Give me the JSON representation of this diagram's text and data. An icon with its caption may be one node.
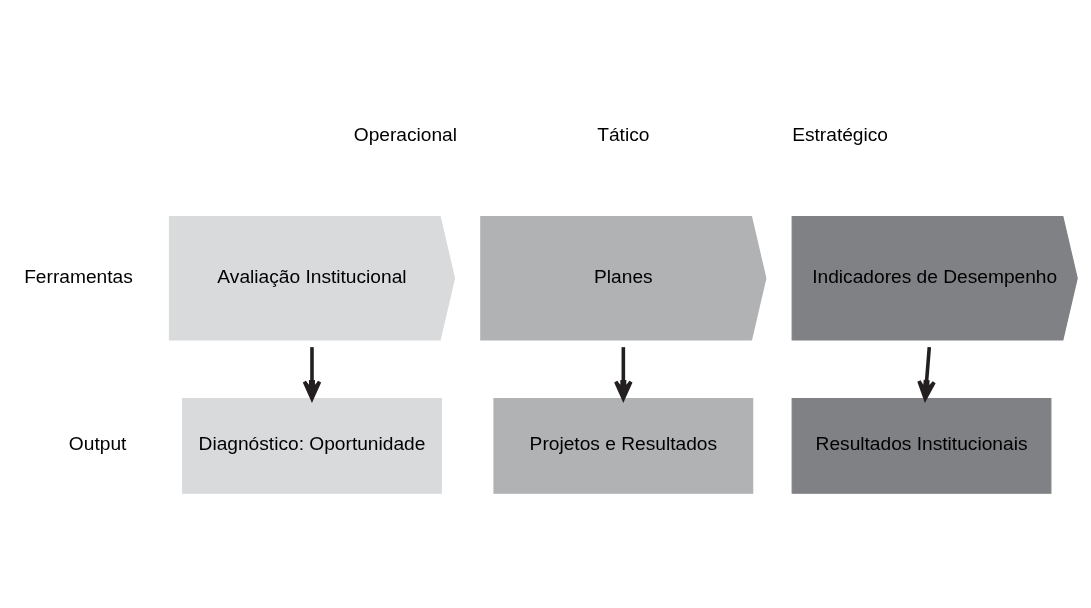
{
  "diagram": {
    "nodes": [
      {
        "text": [
          "Avaliação Institucional"
        ]
      },
      {
        "text": [
          "Planes"
        ]
      },
      {
        "text": [
          "Indicadores de Desempenho"
        ]
      },
      {
        "text": [
          "Diagnóstico: Oportunidade"
        ]
      },
      {
        "text": [
          "Projetos e Resultados"
        ]
      },
      {
        "text": [
          "Resultados Institucionais"
        ]
      }
    ],
    "edges": [
      {
        "from": 0,
        "to": 3,
        "arrow": "to"
      },
      {
        "from": 1,
        "to": 4,
        "arrow": "to"
      },
      {
        "from": 2,
        "to": 5,
        "arrow": "to"
      }
    ],
    "labels": [
      "Operacional",
      "Tático",
      "Estratégico",
      "Ferramentas",
      "Output"
    ]
  }
}
